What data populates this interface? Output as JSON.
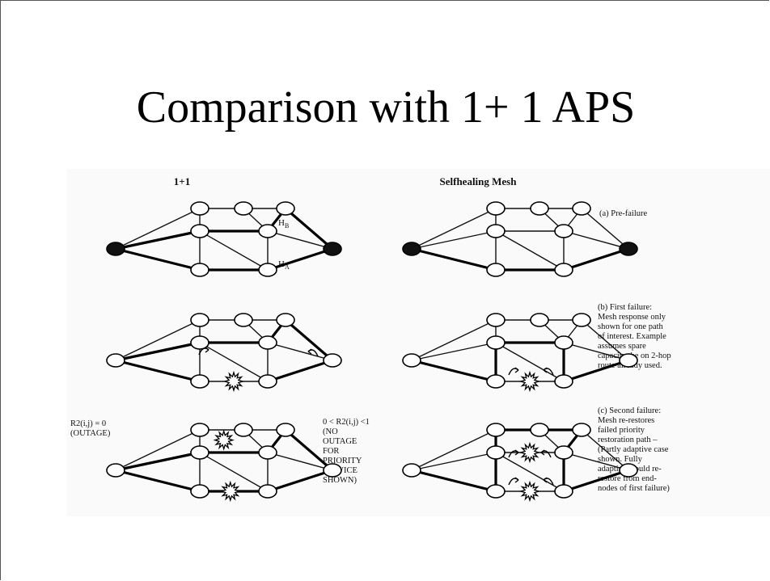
{
  "slide": {
    "title": "Comparison with 1+ 1 APS"
  },
  "figure": {
    "left_header": "1+1",
    "right_header": "Selfhealing Mesh",
    "hb_label": "H",
    "hb_sub": "B",
    "ha_label": "H",
    "ha_sub": "A",
    "row_a": {
      "caption": [
        "(a) Pre-failure"
      ]
    },
    "row_b": {
      "caption": [
        "(b) First failure:",
        "Mesh response only",
        "shown for one path",
        "of interest. Example",
        "assumes spare",
        "capacity the on 2-hop",
        "route already used."
      ]
    },
    "row_c": {
      "left_note": [
        "R2(i,j) = 0",
        "(OUTAGE)"
      ],
      "mid_note": [
        "0 < R2(i,j) <1",
        "(NO",
        "OUTAGE",
        "FOR",
        "PRIORITY",
        "SERVICE",
        "SHOWN)"
      ],
      "caption": [
        "(c) Second failure:",
        "Mesh re-restores",
        "failed priority",
        "restoration path –",
        "(Partly adaptive case",
        "shown. Fully",
        "adaptive would re-",
        "restore from end-",
        "nodes of first failure)"
      ]
    }
  }
}
